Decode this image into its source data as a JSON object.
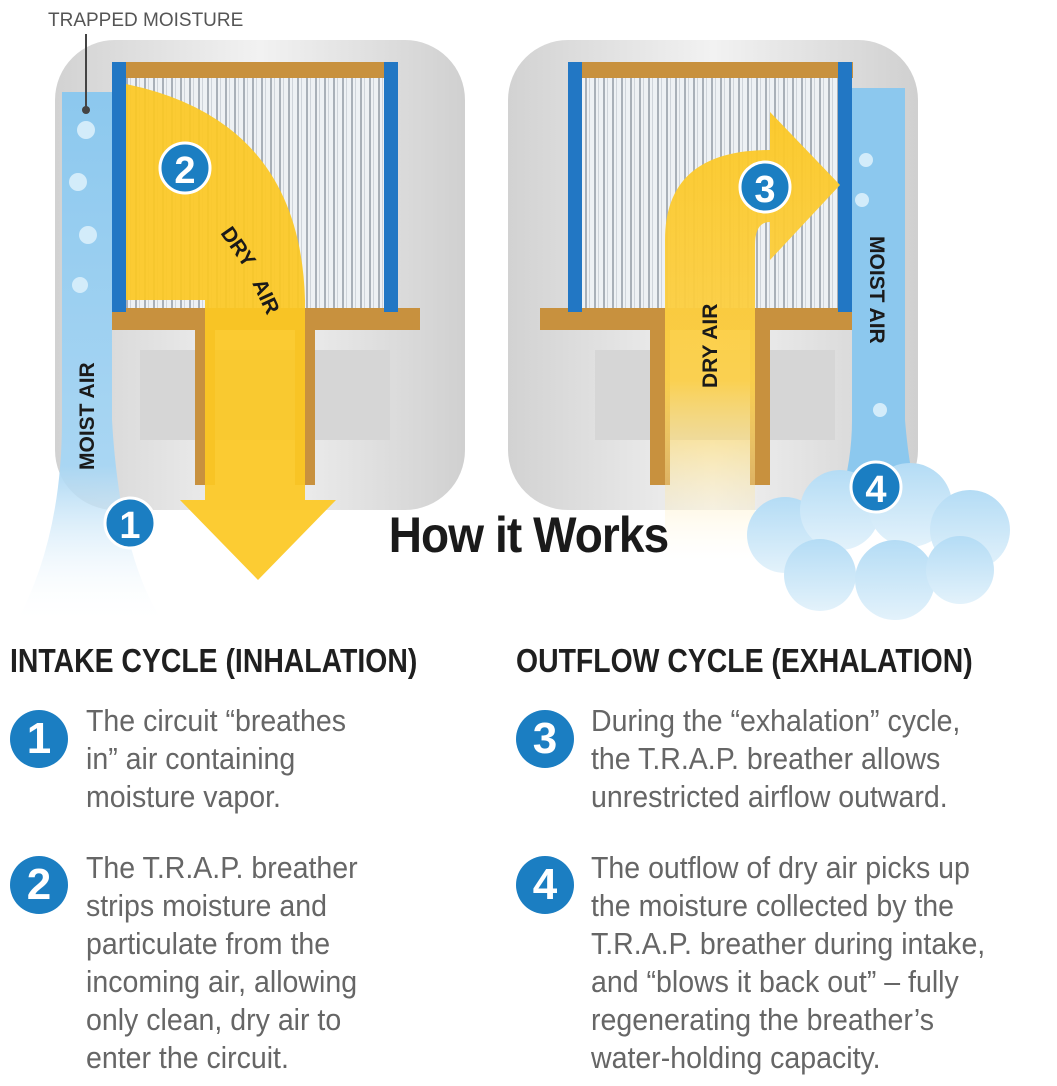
{
  "diagram": {
    "trapped_moisture_label": "TRAPPED MOISTURE",
    "left": {
      "moist_air_label": "MOIST AIR",
      "dry_label": "DRY",
      "air_label": "AIR",
      "badge_1": "1",
      "badge_2": "2"
    },
    "right": {
      "dry_air_label": "DRY AIR",
      "moist_air_label": "MOIST AIR",
      "badge_3": "3",
      "badge_4": "4"
    },
    "colors": {
      "blue_badge": "#1b7ec2",
      "yellow_air": "#fcc824",
      "moist_air": "#8cc8ee",
      "filter_frame": "#c8913e",
      "filter_side": "#2277c4"
    }
  },
  "title": "How it Works",
  "intake": {
    "heading": "INTAKE CYCLE (INHALATION)",
    "steps": [
      {
        "number": "1",
        "text": "The circuit “breathes\nin” air containing\nmoisture vapor."
      },
      {
        "number": "2",
        "text": "The T.R.A.P. breather\nstrips moisture and\nparticulate from the\nincoming air, allowing\nonly clean, dry air to\nenter the circuit."
      }
    ]
  },
  "outflow": {
    "heading": "OUTFLOW CYCLE (EXHALATION)",
    "steps": [
      {
        "number": "3",
        "text": "During the “exhalation” cycle,\nthe T.R.A.P. breather allows\nunrestricted airflow outward."
      },
      {
        "number": "4",
        "text": "The outflow of dry air picks up\nthe moisture collected by the\nT.R.A.P. breather during intake,\nand “blows it back out” – fully\nregenerating the breather’s\nwater-holding capacity."
      }
    ]
  }
}
